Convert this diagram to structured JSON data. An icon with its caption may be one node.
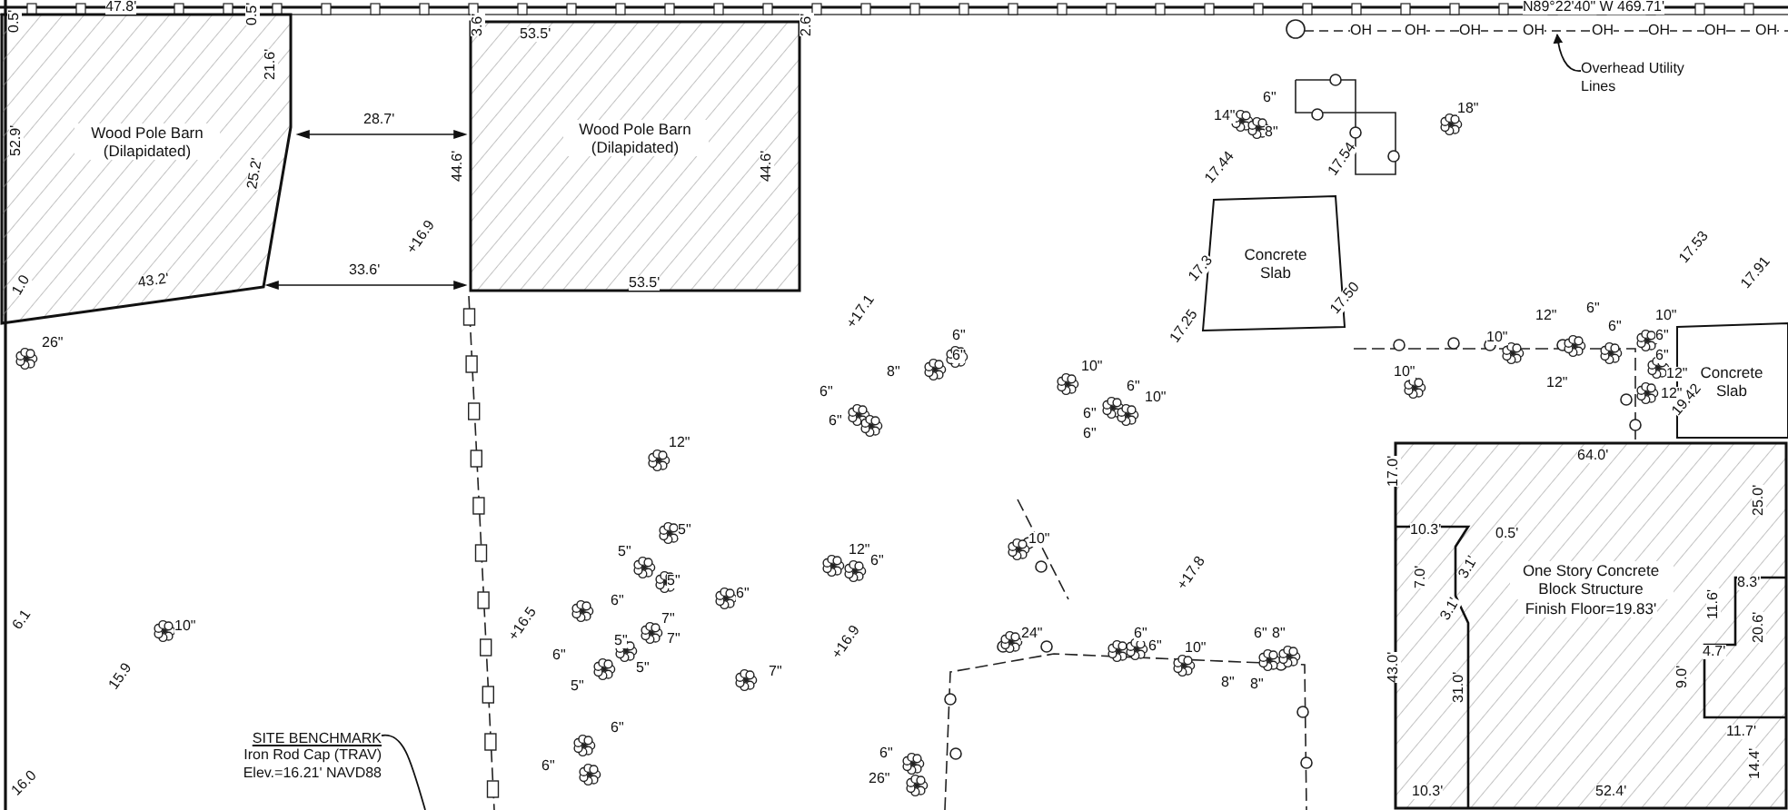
{
  "diagram": {
    "nodes": [
      {
        "text": [
          "Wood Pole Barn (Dilapidated)"
        ]
      },
      {
        "text": [
          "Wood Pole Barn (Dilapidated)"
        ]
      },
      {
        "text": [
          "Concrete Slab"
        ]
      },
      {
        "text": [
          "Concrete Slab"
        ]
      },
      {
        "text": [
          "One Story Concrete Block Structure",
          "Finish Floor=19.83'"
        ]
      },
      {
        "text": [
          "Overhead Utility Lines"
        ]
      },
      {
        "text": [
          "SITE BENCHMARK",
          "Iron Rod Cap (TRAV)",
          "Elev.=16.21' NAVD88"
        ]
      },
      {
        "text": [],
        "shape": "line"
      }
    ],
    "edges": [
      {
        "from": 5,
        "to": 7,
        "arrow": "to"
      },
      {
        "from": 6,
        "to": null,
        "arrow": "none"
      }
    ],
    "labels": [
      "47.8'",
      "N89°22'40\" W 469.71'",
      "0.5'",
      "0.5'",
      "3.6'",
      "53.5'",
      "2.6'",
      "OH",
      "OH",
      "OH",
      "OH",
      "OH",
      "OH",
      "OH",
      "OH",
      "21.6'",
      "6\"",
      "18\"",
      "28.7'",
      "14\"",
      "8\"",
      "52.9'",
      "44.6'",
      "44.6'",
      "17.44",
      "17.54",
      "25.2'",
      "33.6'",
      "+16.9",
      "17.53",
      "1.0",
      "43.2'",
      "53.5'",
      "17.3",
      "17.91",
      "+17.1",
      "17.50",
      "12\"",
      "6\"",
      "6\"",
      "10\"",
      "26\"",
      "6\"",
      "17.25",
      "10\"",
      "6\"",
      "6\"",
      "10\"",
      "6\"",
      "8\"",
      "6\"",
      "10\"",
      "12\"",
      "12\"",
      "6\"",
      "10\"",
      "12\"",
      "6\"",
      "6\"",
      "19.42",
      "6\"",
      "12\"",
      "64.0'",
      "17.0'",
      "25.0'",
      "5\"",
      "10.3'",
      "12\"",
      "10\"",
      "0.5'",
      "5\"",
      "6\"",
      "5\"",
      "3.1'",
      "8.3'",
      "6\"",
      "6\"",
      "+17.8",
      "7.0'",
      "7\"",
      "3.1'",
      "11.6'",
      "6.1",
      "10\"",
      "+16.5",
      "5\"",
      "7\"",
      "24\"",
      "6\"",
      "6\"",
      "8\"",
      "6\"",
      "+16.9",
      "6\"",
      "10\"",
      "4.7'",
      "20.6'",
      "5\"",
      "7\"",
      "15.9",
      "5\"",
      "8\"",
      "8\"",
      "43.0'",
      "9.0'",
      "31.0'",
      "6\"",
      "11.7'",
      "6\"",
      "6\"",
      "26\"",
      "14.4'",
      "16.0",
      "10.3'",
      "52.4'"
    ]
  }
}
